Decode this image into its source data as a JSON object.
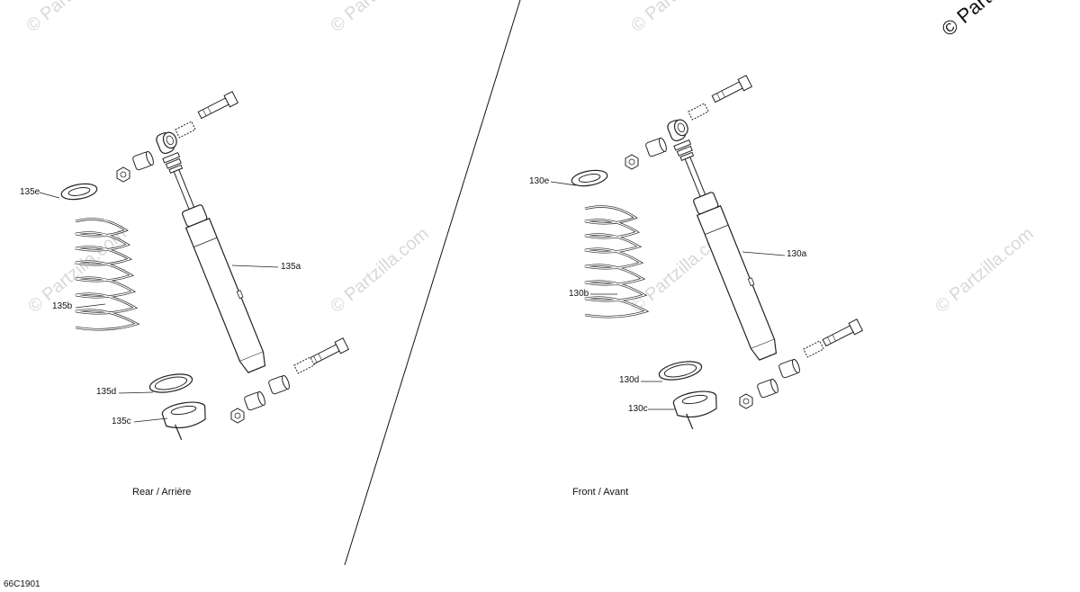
{
  "watermark": {
    "text": "© Partzilla.com",
    "corner_text": "© Partz"
  },
  "diagram_code": "66C1901",
  "rear": {
    "caption": "Rear / Arrière",
    "callouts": {
      "shock": "135a",
      "spring": "135b",
      "collar": "135c",
      "ring": "135d",
      "cup": "135e"
    }
  },
  "front": {
    "caption": "Front / Avant",
    "callouts": {
      "shock": "130a",
      "spring": "130b",
      "collar": "130c",
      "ring": "130d",
      "cup": "130e"
    }
  }
}
